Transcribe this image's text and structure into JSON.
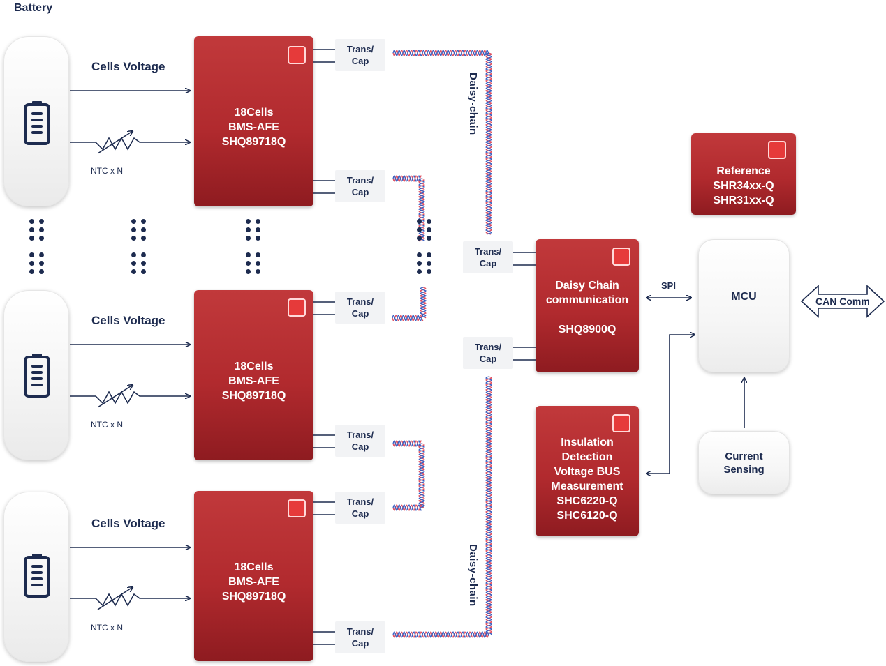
{
  "title": "Battery",
  "modules": [
    {
      "cells_voltage": "Cells Voltage",
      "ntc": "NTC x N",
      "afe_lines": [
        "18Cells",
        "BMS-AFE",
        "SHQ89718Q"
      ],
      "tc_top": [
        "Trans/",
        "Cap"
      ],
      "tc_bottom": [
        "Trans/",
        "Cap"
      ]
    },
    {
      "cells_voltage": "Cells Voltage",
      "ntc": "NTC x N",
      "afe_lines": [
        "18Cells",
        "BMS-AFE",
        "SHQ89718Q"
      ],
      "tc_top": [
        "Trans/",
        "Cap"
      ],
      "tc_bottom": [
        "Trans/",
        "Cap"
      ]
    },
    {
      "cells_voltage": "Cells Voltage",
      "ntc": "NTC x N",
      "afe_lines": [
        "18Cells",
        "BMS-AFE",
        "SHQ89718Q"
      ],
      "tc_top": [
        "Trans/",
        "Cap"
      ],
      "tc_bottom": [
        "Trans/",
        "Cap"
      ]
    }
  ],
  "daisy_chain_label": "Daisy-chain",
  "hub": {
    "tc_top": [
      "Trans/",
      "Cap"
    ],
    "tc_bottom": [
      "Trans/",
      "Cap"
    ],
    "lines": [
      "Daisy Chain",
      "communication",
      "",
      "SHQ8900Q"
    ]
  },
  "reference": {
    "lines": [
      "Reference",
      "SHR34xx-Q",
      "SHR31xx-Q"
    ]
  },
  "insulation": {
    "lines": [
      "Insulation",
      "Detection",
      "Voltage BUS",
      "Measurement",
      "SHC6220-Q",
      "SHC6120-Q"
    ]
  },
  "spi_label": "SPI",
  "mcu_label": "MCU",
  "can_label": "CAN Comm",
  "current_sensing": [
    "Current",
    "Sensing"
  ],
  "icons": [
    "battery-icon",
    "chip-logo-icon",
    "thermistor-icon",
    "twisted-pair-icon"
  ],
  "colors": {
    "accent_red": "#b12a2e",
    "navy": "#1d2b4f",
    "wire_red": "#e05060",
    "wire_blue": "#3a5fc0"
  }
}
